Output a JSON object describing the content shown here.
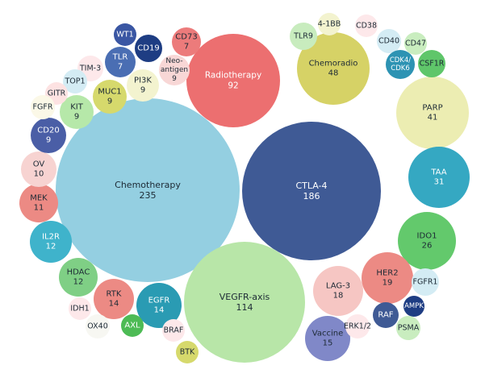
{
  "chart_data": {
    "type": "bubble",
    "title": "",
    "bubbles": [
      {
        "name": "Chemotherapy",
        "value": "235",
        "color": "#94cfe1",
        "text": "#1d2a35"
      },
      {
        "name": "CTLA-4",
        "value": "186",
        "color": "#3f5a95",
        "text": "#ffffff"
      },
      {
        "name": "VEGFR-axis",
        "value": "114",
        "color": "#b8e6a8",
        "text": "#1d2a35"
      },
      {
        "name": "Radiotherapy",
        "value": "92",
        "color": "#ec6f70",
        "text": "#ffffff"
      },
      {
        "name": "Chemoradio",
        "value": "48",
        "color": "#d6d266",
        "text": "#1d2a35"
      },
      {
        "name": "PARP",
        "value": "41",
        "color": "#ecedb2",
        "text": "#1d2a35"
      },
      {
        "name": "TAA",
        "value": "31",
        "color": "#35a8c2",
        "text": "#ffffff"
      },
      {
        "name": "IDO1",
        "value": "26",
        "color": "#63c96c",
        "text": "#1d2a35"
      },
      {
        "name": "HER2",
        "value": "19",
        "color": "#ec8a84",
        "text": "#1d2a35"
      },
      {
        "name": "LAG-3",
        "value": "18",
        "color": "#f6c6c3",
        "text": "#1d2a35"
      },
      {
        "name": "Vaccine",
        "value": "15",
        "color": "#8088c8",
        "text": "#1d2a35"
      },
      {
        "name": "EGFR",
        "value": "14",
        "color": "#2a9bb3",
        "text": "#ffffff"
      },
      {
        "name": "RTK",
        "value": "14",
        "color": "#ec8a84",
        "text": "#1d2a35"
      },
      {
        "name": "HDAC",
        "value": "12",
        "color": "#7fcf85",
        "text": "#1d2a35"
      },
      {
        "name": "IL2R",
        "value": "12",
        "color": "#3fb3cb",
        "text": "#ffffff"
      },
      {
        "name": "MEK",
        "value": "11",
        "color": "#ec8a84",
        "text": "#1d2a35"
      },
      {
        "name": "OV",
        "value": "10",
        "color": "#f7d3d1",
        "text": "#1d2a35"
      },
      {
        "name": "CD20",
        "value": "9",
        "color": "#4a5ea6",
        "text": "#ffffff"
      },
      {
        "name": "KIT",
        "value": "9",
        "color": "#b6e8a9",
        "text": "#1d2a35"
      },
      {
        "name": "MUC1",
        "value": "9",
        "color": "#d6d96c",
        "text": "#1d2a35"
      },
      {
        "name": "PI3K",
        "value": "9",
        "color": "#f3f3cf",
        "text": "#1d2a35"
      },
      {
        "name": "Neo-antigen",
        "lines": [
          "Neo-",
          "antigen"
        ],
        "value": "9",
        "color": "#f8d7d6",
        "text": "#1d2a35"
      },
      {
        "name": "TLR",
        "value": "7",
        "color": "#4a6eb3",
        "text": "#ffffff"
      },
      {
        "name": "CD73",
        "value": "7",
        "color": "#ec7b7b",
        "text": "#1d2a35"
      },
      {
        "name": "CD19",
        "value": "",
        "color": "#1e3d83",
        "text": "#ffffff"
      },
      {
        "name": "WT1",
        "value": "",
        "color": "#3a56a3",
        "text": "#ffffff"
      },
      {
        "name": "TIM-3",
        "value": "",
        "color": "#fde8ea",
        "text": "#1d2a35"
      },
      {
        "name": "TOP1",
        "value": "",
        "color": "#d4ecf4",
        "text": "#1d2a35"
      },
      {
        "name": "GITR",
        "value": "",
        "color": "#fde2e2",
        "text": "#1d2a35"
      },
      {
        "name": "FGFR",
        "value": "",
        "color": "#fbf8e7",
        "text": "#1d2a35"
      },
      {
        "name": "TLR9",
        "value": "",
        "color": "#c8ecbe",
        "text": "#1d2a35"
      },
      {
        "name": "4-1BB",
        "value": "",
        "color": "#f3f3cf",
        "text": "#1d2a35"
      },
      {
        "name": "CD38",
        "value": "",
        "color": "#fde8ea",
        "text": "#1d2a35"
      },
      {
        "name": "CD40",
        "value": "",
        "color": "#d4ecf4",
        "text": "#1d2a35"
      },
      {
        "name": "CD47",
        "value": "",
        "color": "#c9edbf",
        "text": "#1d2a35"
      },
      {
        "name": "CDK4/CDK6",
        "lines": [
          "CDK4/",
          "CDK6"
        ],
        "value": "",
        "color": "#2d93b3",
        "text": "#ffffff"
      },
      {
        "name": "CSF1R",
        "value": "",
        "color": "#5fc66a",
        "text": "#1d2a35"
      },
      {
        "name": "FGFR1",
        "value": "",
        "color": "#d4ecf4",
        "text": "#1d2a35"
      },
      {
        "name": "AMPK",
        "value": "",
        "color": "#1e3d83",
        "text": "#ffffff"
      },
      {
        "name": "RAF",
        "value": "",
        "color": "#3f5a95",
        "text": "#ffffff"
      },
      {
        "name": "PSMA",
        "value": "",
        "color": "#c9edbf",
        "text": "#1d2a35"
      },
      {
        "name": "ERK1/2",
        "value": "",
        "color": "#fde8ea",
        "text": "#1d2a35"
      },
      {
        "name": "IDH1",
        "value": "",
        "color": "#fde8ea",
        "text": "#1d2a35"
      },
      {
        "name": "OX40",
        "value": "",
        "color": "#f7f7f2",
        "text": "#1d2a35"
      },
      {
        "name": "AXL",
        "value": "",
        "color": "#4dbb55",
        "text": "#ffffff"
      },
      {
        "name": "BRAF",
        "value": "",
        "color": "#fde8ea",
        "text": "#1d2a35"
      },
      {
        "name": "BTK",
        "value": "",
        "color": "#d6d96c",
        "text": "#1d2a35"
      }
    ]
  }
}
